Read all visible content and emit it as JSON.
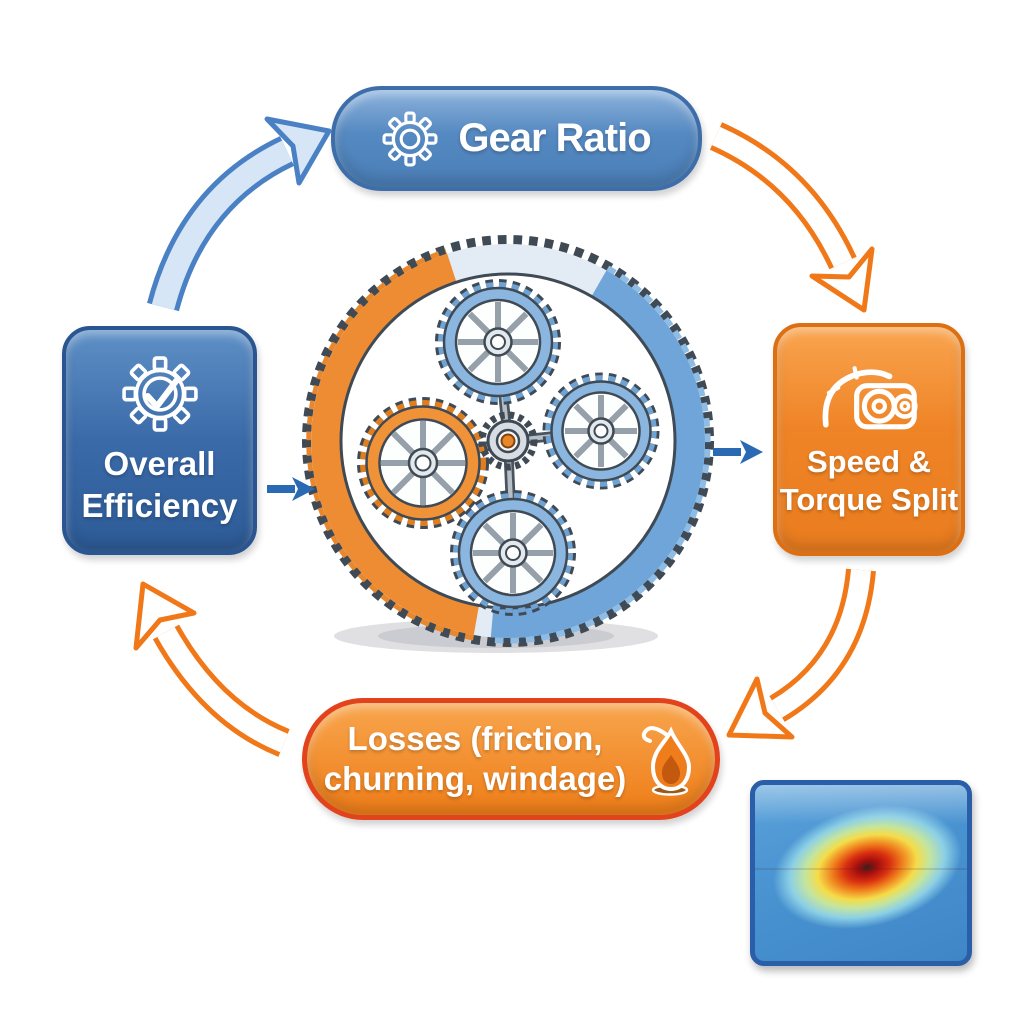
{
  "nodes": {
    "gear_ratio": {
      "label": "Gear Ratio",
      "icon": "gear-icon",
      "fill": "#5589c1",
      "border": "#3d6ea9"
    },
    "speed_torque_split": {
      "label": "Speed & Torque Split",
      "icon": "transmission-icon",
      "fill": "#ef8426",
      "border": "#dd6f12"
    },
    "losses": {
      "label": "Losses (friction, churning, windage)",
      "icon": "flame-icon",
      "fill": "#ee7d18",
      "border": "#e2431d"
    },
    "overall_efficiency": {
      "label": "Overall Efficiency",
      "icon": "gear-check-icon",
      "fill": "#3a6aa8",
      "border": "#2a5590"
    }
  },
  "center_illustration": {
    "name": "planetary-gear-set",
    "ring_orange": "#ed8c33",
    "ring_blue": "#6fa5d8",
    "outline": "#3f4a55"
  },
  "heatmap": {
    "name": "loss-distribution-heatmap",
    "border": "#2b5ea8",
    "palette": [
      "#3f86c6",
      "#8cd0e6",
      "#c4e59e",
      "#f5dc48",
      "#ef7c1c",
      "#d93110",
      "#a80f0f",
      "#3c1f18"
    ]
  },
  "arrows": {
    "efficiency_to_gear_ratio": {
      "style": "filled-curved",
      "color": "#4a80c4",
      "fill": "#d6e6f6"
    },
    "gear_ratio_to_speed_torque": {
      "style": "outline-curved",
      "color": "#f07818"
    },
    "speed_torque_to_losses": {
      "style": "outline-curved",
      "color": "#f07818"
    },
    "losses_to_efficiency": {
      "style": "outline-curved",
      "color": "#f07818"
    },
    "efficiency_to_gear": {
      "style": "small-solid",
      "color": "#2a6ab2"
    },
    "gear_to_speed_torque": {
      "style": "small-solid",
      "color": "#2a6ab2"
    }
  }
}
